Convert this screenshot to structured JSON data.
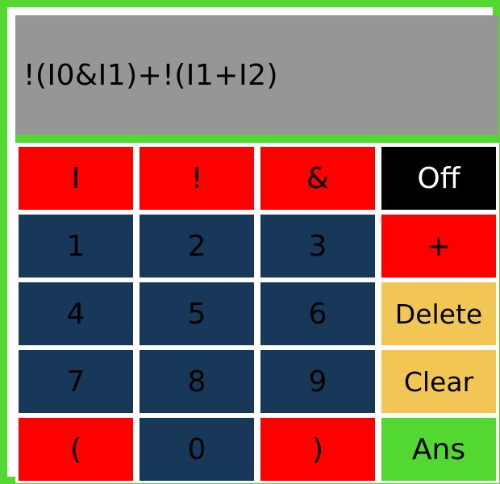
{
  "display": {
    "expression": "!(I0&I1)+!(I1+I2)"
  },
  "colors": {
    "frame": "#52d830",
    "display_bg": "#969696",
    "red": "#ff0000",
    "navy": "#173859",
    "black": "#000000",
    "yellow": "#f2c655",
    "green": "#52d830"
  },
  "keys": [
    {
      "label": "I",
      "color": "red",
      "text_color": "#000000"
    },
    {
      "label": "!",
      "color": "red",
      "text_color": "#000000"
    },
    {
      "label": "&",
      "color": "red",
      "text_color": "#000000"
    },
    {
      "label": "Off",
      "color": "black",
      "text_color": "#ffffff"
    },
    {
      "label": "1",
      "color": "navy",
      "text_color": "#000000"
    },
    {
      "label": "2",
      "color": "navy",
      "text_color": "#000000"
    },
    {
      "label": "3",
      "color": "navy",
      "text_color": "#000000"
    },
    {
      "label": "+",
      "color": "red",
      "text_color": "#000000"
    },
    {
      "label": "4",
      "color": "navy",
      "text_color": "#000000"
    },
    {
      "label": "5",
      "color": "navy",
      "text_color": "#000000"
    },
    {
      "label": "6",
      "color": "navy",
      "text_color": "#000000"
    },
    {
      "label": "Delete",
      "color": "yellow",
      "text_color": "#000000"
    },
    {
      "label": "7",
      "color": "navy",
      "text_color": "#000000"
    },
    {
      "label": "8",
      "color": "navy",
      "text_color": "#000000"
    },
    {
      "label": "9",
      "color": "navy",
      "text_color": "#000000"
    },
    {
      "label": "Clear",
      "color": "yellow",
      "text_color": "#000000"
    },
    {
      "label": "(",
      "color": "red",
      "text_color": "#000000"
    },
    {
      "label": "0",
      "color": "navy",
      "text_color": "#000000"
    },
    {
      "label": ")",
      "color": "red",
      "text_color": "#000000"
    },
    {
      "label": "Ans",
      "color": "green",
      "text_color": "#000000"
    }
  ]
}
